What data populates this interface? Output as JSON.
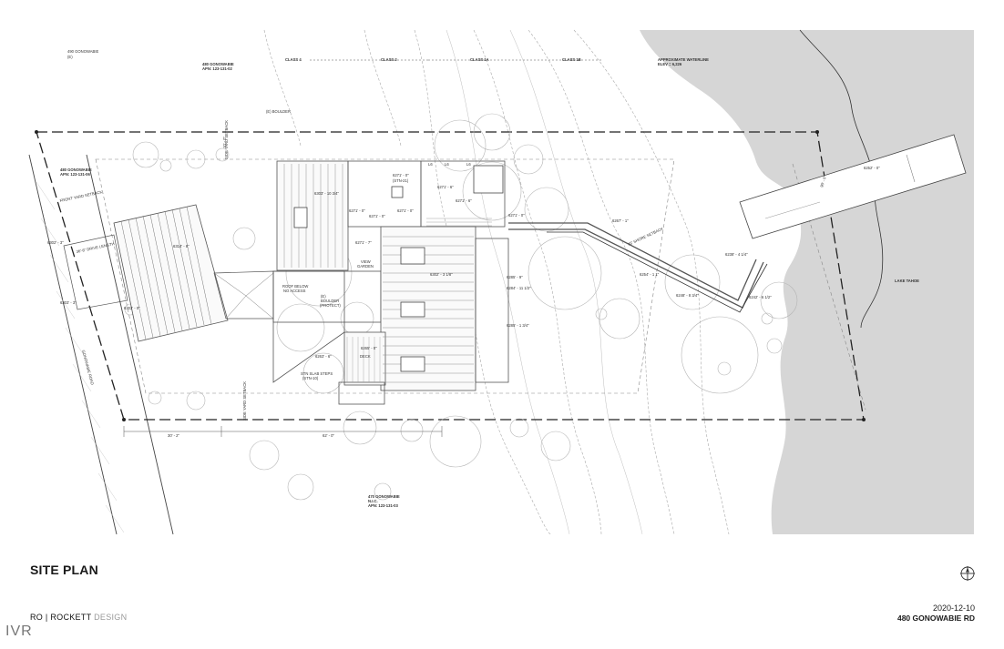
{
  "sheet": {
    "title": "SITE PLAN",
    "firm_name": "RO | ROCKETT",
    "firm_suffix": "DESIGN",
    "date": "2020-12-10",
    "address": "480 GONOWABIE RD",
    "watermark": "IVR"
  },
  "labels": {
    "parcel_490": "490 GONOWABIE",
    "parcel_490_e": "(E)",
    "parcel_480_n": "480 GONOWABIE",
    "parcel_480_n_apn": "APN: 123-131-02",
    "class_4": "CLASS 4",
    "class_2": "CLASS 2",
    "class_1a": "CLASS 1A",
    "class_1b": "CLASS 1B",
    "waterline_1": "APPROXIMATE WATERLINE",
    "waterline_2": "ELEV = 6,226",
    "boulder_top": "(E) BOULDER",
    "side_setback_top": "SIDE YARD SETBACK",
    "parcel_480_w": "480 GONOWABIE",
    "parcel_480_w_apn": "APN: 123-131-06",
    "front_setback": "FRONT YARD SETBACK",
    "drive_length": "36'-8\" DRIVE LENGTH",
    "road": "GONOWABIE ROAD",
    "roof_below_1": "ROOF BELOW",
    "roof_below_2": "NO ACCESS",
    "view_1": "VIEW",
    "view_2": "GARDEN",
    "boulder_mid_1": "(E)",
    "boulder_mid_2": "BOULDER",
    "boulder_mid_3": "(PROTECT)",
    "deck": "DECK",
    "slab_steps_1": "STN SLAB STEPS",
    "slab_steps_2": "(STN-10)",
    "side_setback_bottom": "SIDE YARD SETBACK",
    "dim_30": "30' - 2\"",
    "dim_62": "62' - 0\"",
    "parcel_470": "470 GONOWABIE",
    "parcel_470_llc": "N.I.C.",
    "parcel_470_apn": "APN: 123-131-03",
    "lake": "LAKE TAHOE",
    "shore_setback": "35' SHORE SETBACK",
    "el_6252": "6252' - 0\"",
    "el_6303": "6303' - 10 3/4\"",
    "el_6271_a": "6271' - 0\"",
    "el_6271_b": "6271' - 6\"",
    "el_6271_c": "6271' - 6\"",
    "el_6271_d": "6271' - 0\"",
    "el_6271_e": "6271' - 0\"",
    "el_6271_f": "6271' - 0\"",
    "el_6271_g": "6271' - 7\"",
    "el_6314": "6314' - 8\"",
    "el_6302": "6302' - 3\"",
    "el_6303_b": "6303' - 3\"",
    "el_6302_b": "6302' - 0\"",
    "el_6302_c": "6302' - 3 1/8\"",
    "el_6285": "6285' - 9\"",
    "el_6284": "6284' - 11 1/2\"",
    "el_6285_b": "6285' - 1 3/4\"",
    "el_6265": "6265' - 0\"",
    "el_6263": "6263' - 6\"",
    "el_6267": "6267' - 1\"",
    "el_6254": "6254' - 1 1\"",
    "el_6238": "6238' - 4 1/4\"",
    "el_6248": "6248' - 8 3/4\"",
    "el_6242": "6242' - 6 1/2\"",
    "el_6271_stn": "(STN-21)",
    "le_1": "L6",
    "le_2": "L6",
    "le_3": "L6",
    "dim_pier": "90' - 0\"",
    "dim_side": "10' - 0\""
  },
  "colors": {
    "lake": "#d6d6d6",
    "line": "#555555",
    "light_line": "#9a9a9a",
    "boundary": "#222222"
  }
}
